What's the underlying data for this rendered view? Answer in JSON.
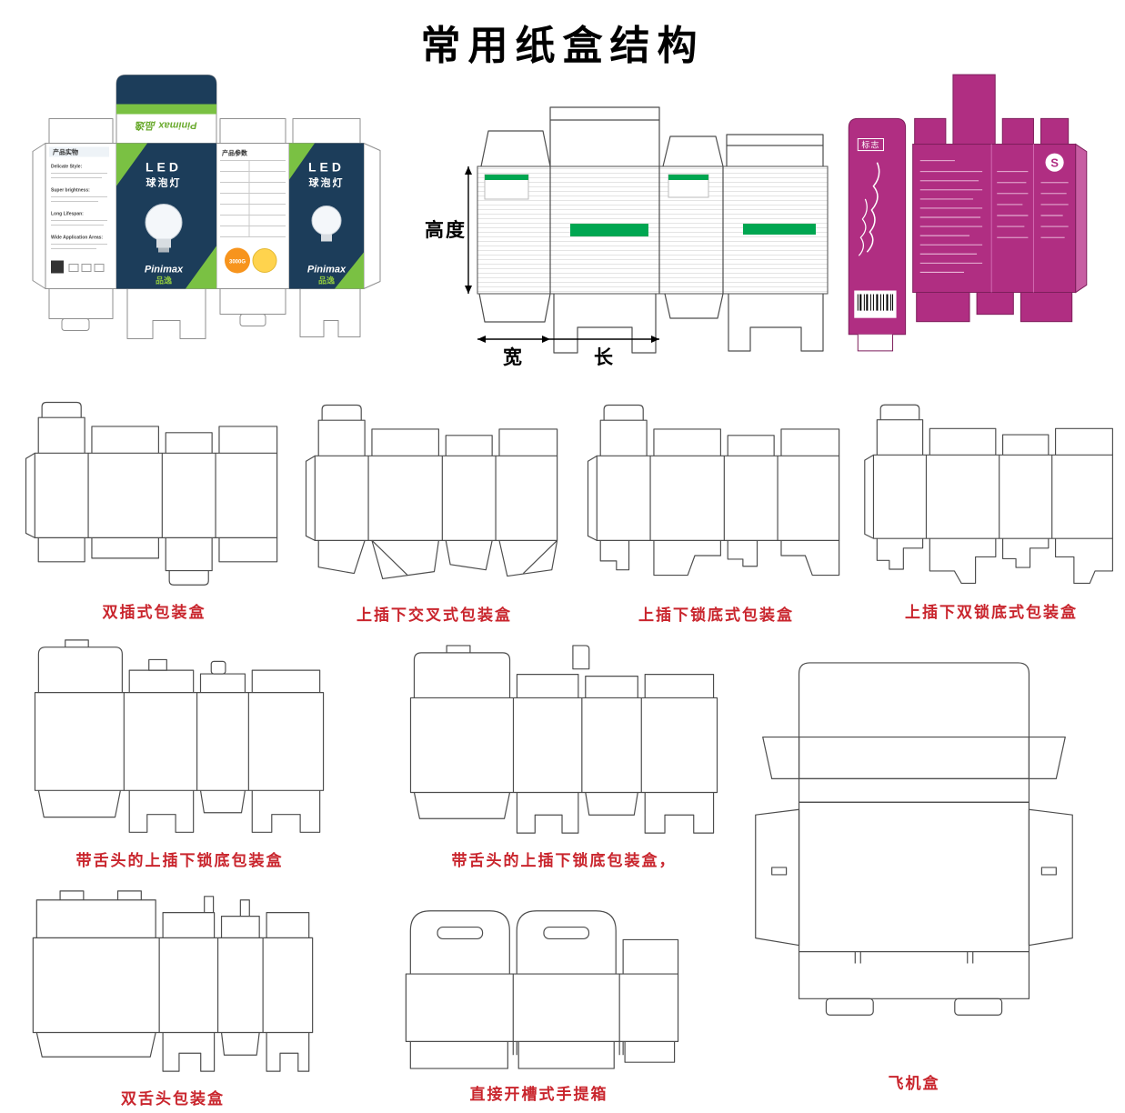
{
  "page": {
    "title": "常用纸盒结构"
  },
  "led_box": {
    "brand": "Pinimax",
    "brand_cn": "品逸",
    "lid_brand": "Pinimax 品逸",
    "product": "LED",
    "product_cn": "球泡灯",
    "left_header": "产品实物",
    "spec_header": "产品参数",
    "badge": "3000G",
    "features": [
      "Delicate Style:",
      "Super brightness:",
      "Long Lifespan:",
      "Wide Application Areas:"
    ]
  },
  "dimension_box": {
    "height": "高度",
    "width": "宽",
    "length": "长"
  },
  "magenta_box": {
    "mark": "标志",
    "logo": "S"
  },
  "colors": {
    "navy": "#1c3d5a",
    "green": "#7ac143",
    "magenta": "#b02e82",
    "band_green": "#00a651",
    "caption_red": "#c9252d"
  },
  "captions": {
    "double_tuck": "双插式包装盒",
    "top_tuck_cross_bottom": "上插下交叉式包装盒",
    "top_tuck_lock_bottom": "上插下锁底式包装盒",
    "top_tuck_double_lock_bottom": "上插下双锁底式包装盒",
    "tongue_lock_1": "带舌头的上插下锁底包装盒",
    "tongue_lock_2": "带舌头的上插下锁底包装盒，",
    "double_tongue": "双舌头包装盒",
    "slotted_carry": "直接开槽式手提箱",
    "airplane": "飞机盒"
  }
}
